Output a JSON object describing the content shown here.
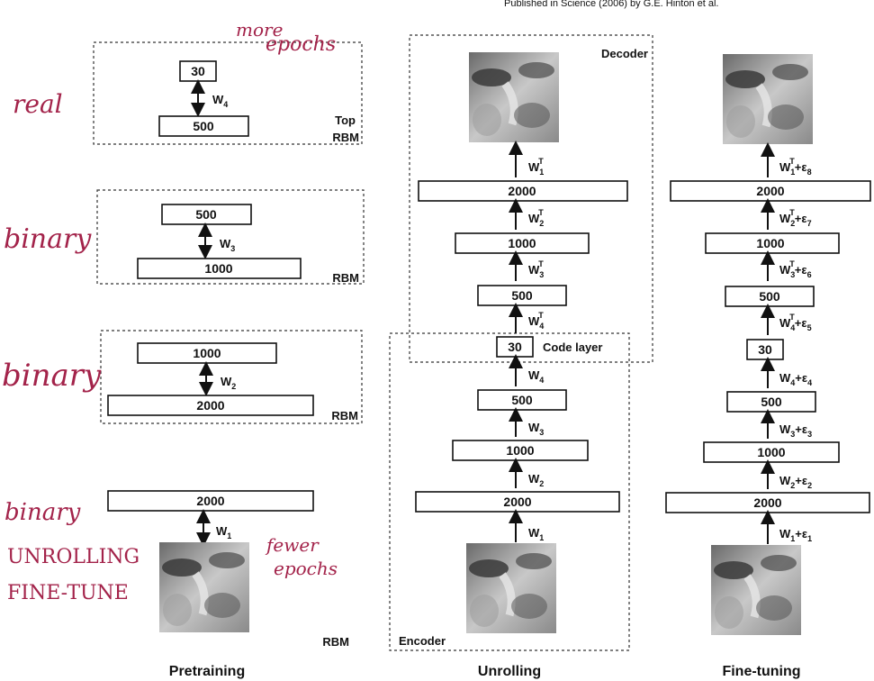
{
  "header_fragment": "Published in Science (2006) by G.E. Hinton et al.",
  "titles": {
    "pretraining": "Pretraining",
    "unrolling": "Unrolling",
    "finetuning": "Fine-tuning"
  },
  "pretraining": {
    "top_rbm": {
      "top": "30",
      "bottom": "500",
      "weight": "W",
      "sub": "4",
      "label_top": "Top",
      "label_bottom": "RBM"
    },
    "rbm3": {
      "top": "500",
      "bottom": "1000",
      "weight": "W",
      "sub": "3",
      "label": "RBM"
    },
    "rbm2": {
      "top": "1000",
      "bottom": "2000",
      "weight": "W",
      "sub": "2",
      "label": "RBM"
    },
    "rbm1": {
      "top": "2000",
      "weight": "W",
      "sub": "1",
      "label": "RBM"
    }
  },
  "unrolling": {
    "decoder_label": "Decoder",
    "encoder_label": "Encoder",
    "code_layer_label": "Code layer",
    "layers_top_down": [
      "2000",
      "1000",
      "500",
      "30",
      "500",
      "1000",
      "2000"
    ],
    "decoder_weights": [
      {
        "base": "W",
        "sub": "1",
        "sup": "T"
      },
      {
        "base": "W",
        "sub": "2",
        "sup": "T"
      },
      {
        "base": "W",
        "sub": "3",
        "sup": "T"
      },
      {
        "base": "W",
        "sub": "4",
        "sup": "T"
      }
    ],
    "encoder_weights": [
      {
        "base": "W",
        "sub": "4"
      },
      {
        "base": "W",
        "sub": "3"
      },
      {
        "base": "W",
        "sub": "2"
      },
      {
        "base": "W",
        "sub": "1"
      }
    ]
  },
  "finetuning": {
    "layers_top_down": [
      "2000",
      "1000",
      "500",
      "30",
      "500",
      "1000",
      "2000"
    ],
    "weights_top_down": [
      {
        "base": "W",
        "sub": "1",
        "sup": "T",
        "eps": "+ε",
        "esub": "8"
      },
      {
        "base": "W",
        "sub": "2",
        "sup": "T",
        "eps": "+ε",
        "esub": "7"
      },
      {
        "base": "W",
        "sub": "3",
        "sup": "T",
        "eps": "+ε",
        "esub": "6"
      },
      {
        "base": "W",
        "sub": "4",
        "sup": "T",
        "eps": "+ε",
        "esub": "5"
      },
      {
        "base": "W",
        "sub": "4",
        "eps": "+ε",
        "esub": "4"
      },
      {
        "base": "W",
        "sub": "3",
        "eps": "+ε",
        "esub": "3"
      },
      {
        "base": "W",
        "sub": "2",
        "eps": "+ε",
        "esub": "2"
      },
      {
        "base": "W",
        "sub": "1",
        "eps": "+ε",
        "esub": "1"
      }
    ]
  },
  "handwritten": {
    "more_epochs_1": "more",
    "more_epochs_2": "epochs",
    "real": "real",
    "binary_1": "binary",
    "binary_2": "binary",
    "binary_3": "binary",
    "unrolling": "UNROLLING",
    "finetune": "FINE-TUNE",
    "fewer_1": "fewer",
    "fewer_2": "epochs"
  },
  "colors": {
    "ink": "#111111",
    "pen": "#a3234a"
  }
}
